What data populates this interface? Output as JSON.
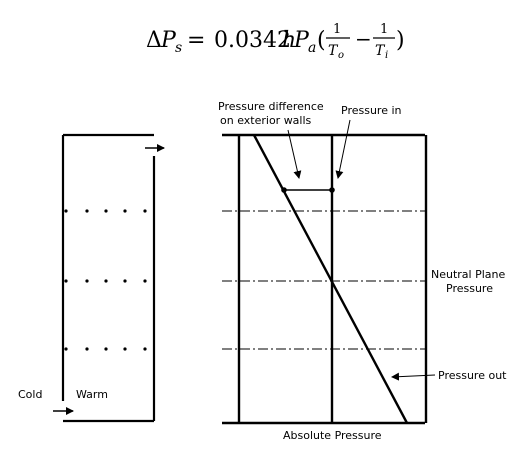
{
  "equation": {
    "delta": "Δ",
    "lhs_var": "P",
    "lhs_sub": "s",
    "equals": "=",
    "coefficient": "0.0342",
    "h": "h",
    "pa_var": "P",
    "pa_sub": "a",
    "open_paren": "(",
    "frac1_num": "1",
    "frac1_den_var": "T",
    "frac1_den_sub": "o",
    "minus": "−",
    "frac2_num": "1",
    "frac2_den_var": "T",
    "frac2_den_sub": "i",
    "close_paren": ")"
  },
  "labels": {
    "pressure_difference_line1": "Pressure difference",
    "pressure_difference_line2": "on exterior walls",
    "pressure_in": "Pressure in",
    "neutral_plane_line1": "Neutral Plane",
    "neutral_plane_line2": "Pressure",
    "pressure_out": "Pressure out",
    "absolute_pressure": "Absolute Pressure",
    "cold": "Cold",
    "warm": "Warm"
  },
  "colors": {
    "ink": "#000000",
    "background": "#ffffff"
  }
}
